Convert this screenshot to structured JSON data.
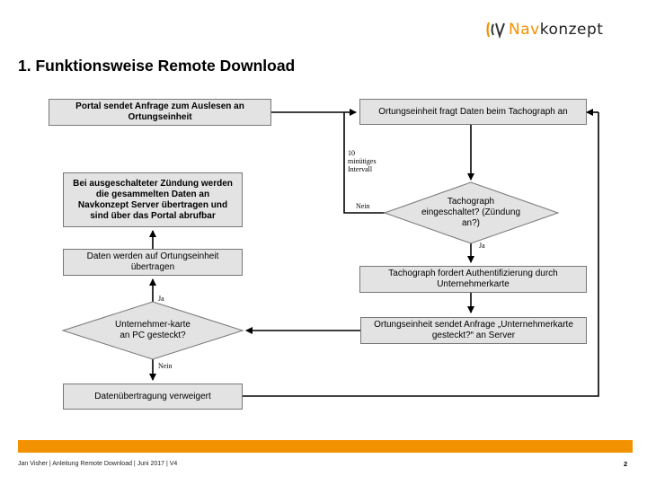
{
  "logo": {
    "part_a": "Nav",
    "part_b": "konzept"
  },
  "title": "1. Funktionsweise Remote Download",
  "flow": {
    "portal": "Portal sendet Anfrage zum Auslesen an Ortungseinheit",
    "ortung_fragt": "Ortungseinheit fragt Daten beim Tachograph an",
    "interval_label": "10 minütiges Intervall",
    "nein_right": "Nein",
    "tacho_decision": "Tachograph eingeschaltet? (Zündung an?)",
    "ja_right": "Ja",
    "tacho_auth": "Tachograph fordert Authentifizierung durch Unternehmerkarte",
    "ortung_sendet": "Ortungseinheit sendet Anfrage „Unternehmerkarte gesteckt?“ an Server",
    "karte_decision": "Unternehmer-karte an PC gesteckt?",
    "ja_left": "Ja",
    "nein_left": "Nein",
    "daten_ortung": "Daten werden auf Ortungseinheit übertragen",
    "daten_gesammelt": "Bei ausgeschalteter Zündung werden die gesammelten Daten an Navkonzept Server übertragen und sind über das Portal abrufbar",
    "verweigert": "Datenübertragung verweigert"
  },
  "footer": {
    "text": "Jan Visher  |  Anleitung Remote Download  |  Juni 2017 | V4",
    "page": "2"
  },
  "colors": {
    "accent": "#f39200",
    "box_fill": "#e3e3e3",
    "line": "#000000"
  }
}
